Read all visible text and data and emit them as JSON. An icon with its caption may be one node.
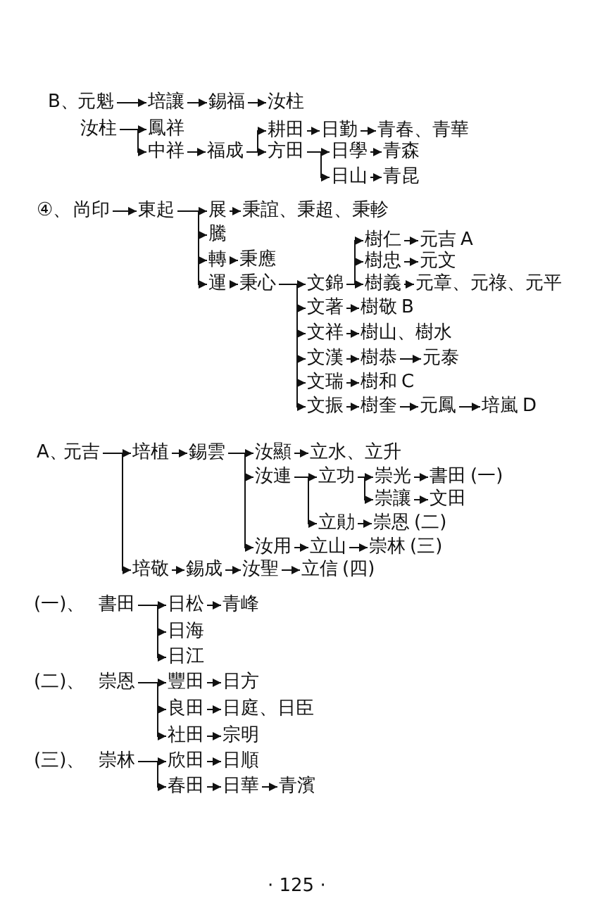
{
  "diagram": {
    "nodes": [
      {
        "text": [
          "元魁"
        ]
      },
      {
        "text": [
          "培讓"
        ]
      },
      {
        "text": [
          "錫福"
        ]
      },
      {
        "text": [
          "汝柱"
        ]
      },
      {
        "text": [
          "汝柱"
        ]
      },
      {
        "text": [
          "鳳祥"
        ]
      },
      {
        "text": [
          "中祥"
        ]
      },
      {
        "text": [
          "福成"
        ]
      },
      {
        "text": [
          "耕田"
        ]
      },
      {
        "text": [
          "方田"
        ]
      },
      {
        "text": [
          "日勤"
        ]
      },
      {
        "text": [
          "青春、青華"
        ]
      },
      {
        "text": [
          "日學"
        ]
      },
      {
        "text": [
          "青森"
        ]
      },
      {
        "text": [
          "日山"
        ]
      },
      {
        "text": [
          "青昆"
        ]
      },
      {
        "text": [
          "尚印"
        ]
      },
      {
        "text": [
          "東起"
        ]
      },
      {
        "text": [
          "展"
        ]
      },
      {
        "text": [
          "秉誼、秉超、秉軫"
        ]
      },
      {
        "text": [
          "騰"
        ]
      },
      {
        "text": [
          "轉"
        ]
      },
      {
        "text": [
          "秉應"
        ]
      },
      {
        "text": [
          "運"
        ]
      },
      {
        "text": [
          "秉心"
        ]
      },
      {
        "text": [
          "文錦"
        ]
      },
      {
        "text": [
          "樹仁"
        ]
      },
      {
        "text": [
          "元吉"
        ],
        "beside": [
          "A"
        ]
      },
      {
        "text": [
          "樹忠"
        ]
      },
      {
        "text": [
          "元文"
        ]
      },
      {
        "text": [
          "樹義"
        ]
      },
      {
        "text": [
          "元章、元祿、元平"
        ]
      },
      {
        "text": [
          "文著"
        ]
      },
      {
        "text": [
          "樹敬"
        ],
        "beside": [
          "B"
        ]
      },
      {
        "text": [
          "文祥"
        ]
      },
      {
        "text": [
          "樹山、樹水"
        ]
      },
      {
        "text": [
          "文漢"
        ]
      },
      {
        "text": [
          "樹恭"
        ]
      },
      {
        "text": [
          "元泰"
        ]
      },
      {
        "text": [
          "文瑞"
        ]
      },
      {
        "text": [
          "樹和"
        ],
        "beside": [
          "C"
        ]
      },
      {
        "text": [
          "文振"
        ]
      },
      {
        "text": [
          "樹奎"
        ]
      },
      {
        "text": [
          "元鳳"
        ]
      },
      {
        "text": [
          "培嵐"
        ],
        "beside": [
          "D"
        ]
      },
      {
        "text": [
          "元吉"
        ]
      },
      {
        "text": [
          "培植"
        ]
      },
      {
        "text": [
          "錫雲"
        ]
      },
      {
        "text": [
          "汝顯"
        ]
      },
      {
        "text": [
          "立水、立升"
        ]
      },
      {
        "text": [
          "汝連"
        ]
      },
      {
        "text": [
          "立功"
        ]
      },
      {
        "text": [
          "崇光"
        ]
      },
      {
        "text": [
          "書田"
        ],
        "beside": [
          "(一)"
        ]
      },
      {
        "text": [
          "崇讓"
        ]
      },
      {
        "text": [
          "文田"
        ]
      },
      {
        "text": [
          "立勛"
        ]
      },
      {
        "text": [
          "崇恩"
        ],
        "beside": [
          "(二)"
        ]
      },
      {
        "text": [
          "汝用"
        ]
      },
      {
        "text": [
          "立山"
        ]
      },
      {
        "text": [
          "崇林"
        ],
        "beside": [
          "(三)"
        ]
      },
      {
        "text": [
          "培敬"
        ]
      },
      {
        "text": [
          "錫成"
        ]
      },
      {
        "text": [
          "汝聖"
        ]
      },
      {
        "text": [
          "立信"
        ],
        "beside": [
          "(四)"
        ]
      },
      {
        "text": [
          "書田"
        ]
      },
      {
        "text": [
          "日松"
        ]
      },
      {
        "text": [
          "青峰"
        ]
      },
      {
        "text": [
          "日海"
        ]
      },
      {
        "text": [
          "日江"
        ]
      },
      {
        "text": [
          "崇恩"
        ]
      },
      {
        "text": [
          "豐田"
        ]
      },
      {
        "text": [
          "日方"
        ]
      },
      {
        "text": [
          "良田"
        ]
      },
      {
        "text": [
          "日庭、日臣"
        ]
      },
      {
        "text": [
          "社田"
        ]
      },
      {
        "text": [
          "宗明"
        ]
      },
      {
        "text": [
          "崇林"
        ]
      },
      {
        "text": [
          "欣田"
        ]
      },
      {
        "text": [
          "日順"
        ]
      },
      {
        "text": [
          "春田"
        ]
      },
      {
        "text": [
          "日華"
        ]
      },
      {
        "text": [
          "青濱"
        ]
      }
    ],
    "edges": [
      {
        "from": 0,
        "to": 1,
        "arrow": "to"
      },
      {
        "from": 1,
        "to": 2,
        "arrow": "to"
      },
      {
        "from": 2,
        "to": 3,
        "arrow": "to"
      },
      {
        "from": 4,
        "to": 5,
        "arrow": "to"
      },
      {
        "from": 4,
        "to": 6,
        "arrow": "to"
      },
      {
        "from": 6,
        "to": 7,
        "arrow": "to"
      },
      {
        "from": 7,
        "to": 8,
        "arrow": "to"
      },
      {
        "from": 7,
        "to": 9,
        "arrow": "to"
      },
      {
        "from": 8,
        "to": 10,
        "arrow": "to"
      },
      {
        "from": 10,
        "to": 11,
        "arrow": "to"
      },
      {
        "from": 9,
        "to": 12,
        "arrow": "to"
      },
      {
        "from": 12,
        "to": 13,
        "arrow": "to"
      },
      {
        "from": 9,
        "to": 14,
        "arrow": "to"
      },
      {
        "from": 14,
        "to": 15,
        "arrow": "to"
      },
      {
        "from": 16,
        "to": 17,
        "arrow": "to"
      },
      {
        "from": 17,
        "to": 18,
        "arrow": "to"
      },
      {
        "from": 18,
        "to": 19,
        "arrow": "to"
      },
      {
        "from": 17,
        "to": 20,
        "arrow": "to"
      },
      {
        "from": 17,
        "to": 21,
        "arrow": "to"
      },
      {
        "from": 21,
        "to": 22,
        "arrow": "to"
      },
      {
        "from": 17,
        "to": 23,
        "arrow": "to"
      },
      {
        "from": 23,
        "to": 24,
        "arrow": "to"
      },
      {
        "from": 24,
        "to": 25,
        "arrow": "to"
      },
      {
        "from": 25,
        "to": 26,
        "arrow": "to"
      },
      {
        "from": 26,
        "to": 27,
        "arrow": "to"
      },
      {
        "from": 25,
        "to": 28,
        "arrow": "to"
      },
      {
        "from": 28,
        "to": 29,
        "arrow": "to"
      },
      {
        "from": 25,
        "to": 30,
        "arrow": "to"
      },
      {
        "from": 30,
        "to": 31,
        "arrow": "to"
      },
      {
        "from": 24,
        "to": 32,
        "arrow": "to"
      },
      {
        "from": 32,
        "to": 33,
        "arrow": "to"
      },
      {
        "from": 24,
        "to": 34,
        "arrow": "to"
      },
      {
        "from": 34,
        "to": 35,
        "arrow": "to"
      },
      {
        "from": 24,
        "to": 36,
        "arrow": "to"
      },
      {
        "from": 36,
        "to": 37,
        "arrow": "to"
      },
      {
        "from": 37,
        "to": 38,
        "arrow": "to"
      },
      {
        "from": 24,
        "to": 39,
        "arrow": "to"
      },
      {
        "from": 39,
        "to": 40,
        "arrow": "to"
      },
      {
        "from": 24,
        "to": 41,
        "arrow": "to"
      },
      {
        "from": 41,
        "to": 42,
        "arrow": "to"
      },
      {
        "from": 42,
        "to": 43,
        "arrow": "to"
      },
      {
        "from": 43,
        "to": 44,
        "arrow": "to"
      },
      {
        "from": 45,
        "to": 46,
        "arrow": "to"
      },
      {
        "from": 46,
        "to": 47,
        "arrow": "to"
      },
      {
        "from": 47,
        "to": 48,
        "arrow": "to"
      },
      {
        "from": 48,
        "to": 49,
        "arrow": "to"
      },
      {
        "from": 47,
        "to": 50,
        "arrow": "to"
      },
      {
        "from": 50,
        "to": 51,
        "arrow": "to"
      },
      {
        "from": 51,
        "to": 52,
        "arrow": "to"
      },
      {
        "from": 52,
        "to": 53,
        "arrow": "to"
      },
      {
        "from": 51,
        "to": 54,
        "arrow": "to"
      },
      {
        "from": 54,
        "to": 55,
        "arrow": "to"
      },
      {
        "from": 50,
        "to": 56,
        "arrow": "to"
      },
      {
        "from": 56,
        "to": 57,
        "arrow": "to"
      },
      {
        "from": 47,
        "to": 58,
        "arrow": "to"
      },
      {
        "from": 58,
        "to": 59,
        "arrow": "to"
      },
      {
        "from": 59,
        "to": 60,
        "arrow": "to"
      },
      {
        "from": 45,
        "to": 61,
        "arrow": "to"
      },
      {
        "from": 61,
        "to": 62,
        "arrow": "to"
      },
      {
        "from": 62,
        "to": 63,
        "arrow": "to"
      },
      {
        "from": 63,
        "to": 64,
        "arrow": "to"
      },
      {
        "from": 65,
        "to": 66,
        "arrow": "to"
      },
      {
        "from": 66,
        "to": 67,
        "arrow": "to"
      },
      {
        "from": 65,
        "to": 68,
        "arrow": "to"
      },
      {
        "from": 65,
        "to": 69,
        "arrow": "to"
      },
      {
        "from": 70,
        "to": 71,
        "arrow": "to"
      },
      {
        "from": 71,
        "to": 72,
        "arrow": "to"
      },
      {
        "from": 70,
        "to": 73,
        "arrow": "to"
      },
      {
        "from": 73,
        "to": 74,
        "arrow": "to"
      },
      {
        "from": 70,
        "to": 75,
        "arrow": "to"
      },
      {
        "from": 75,
        "to": 76,
        "arrow": "to"
      },
      {
        "from": 77,
        "to": 78,
        "arrow": "to"
      },
      {
        "from": 78,
        "to": 79,
        "arrow": "to"
      },
      {
        "from": 77,
        "to": 80,
        "arrow": "to"
      },
      {
        "from": 80,
        "to": 81,
        "arrow": "to"
      },
      {
        "from": 81,
        "to": 82,
        "arrow": "to"
      }
    ],
    "labels": [
      "B、",
      "④、",
      "A、",
      "(一)、",
      "(二)、",
      "(三)、",
      "· 125 ·"
    ]
  }
}
